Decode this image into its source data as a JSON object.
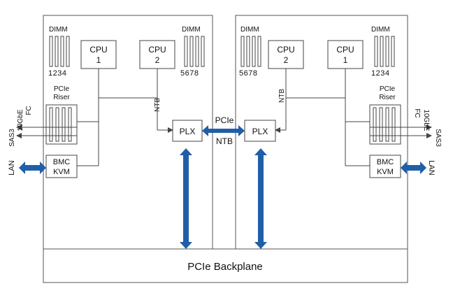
{
  "colors": {
    "line": "#444444",
    "arrow": "#1f5fa8",
    "text": "#111111",
    "background": "#ffffff"
  },
  "left_node": {
    "dimm_a": {
      "label": "DIMM",
      "slots": "1234"
    },
    "dimm_b": {
      "label": "DIMM",
      "slots": "5678"
    },
    "cpu1": {
      "name": "CPU",
      "num": "1"
    },
    "cpu2": {
      "name": "CPU",
      "num": "2"
    },
    "riser": {
      "line1": "PCIe",
      "line2": "Riser"
    },
    "io": {
      "fc": "FC",
      "tenge": "10GbE",
      "sas": "SAS3"
    },
    "ntb": "NTB",
    "plx": "PLX",
    "bmc": {
      "line1": "BMC",
      "line2": "KVM"
    },
    "lan": "LAN"
  },
  "right_node": {
    "dimm_a": {
      "label": "DIMM",
      "slots": "5678"
    },
    "dimm_b": {
      "label": "DIMM",
      "slots": "1234"
    },
    "cpu2": {
      "name": "CPU",
      "num": "2"
    },
    "cpu1": {
      "name": "CPU",
      "num": "1"
    },
    "riser": {
      "line1": "PCIe",
      "line2": "Riser"
    },
    "io": {
      "fc": "FC",
      "tenge": "10GbE",
      "sas": "SAS3"
    },
    "ntb": "NTB",
    "plx": "PLX",
    "bmc": {
      "line1": "BMC",
      "line2": "KVM"
    },
    "lan": "LAN"
  },
  "link": {
    "top": "PCIe",
    "bottom": "NTB"
  },
  "backplane": "PCIe Backplane"
}
